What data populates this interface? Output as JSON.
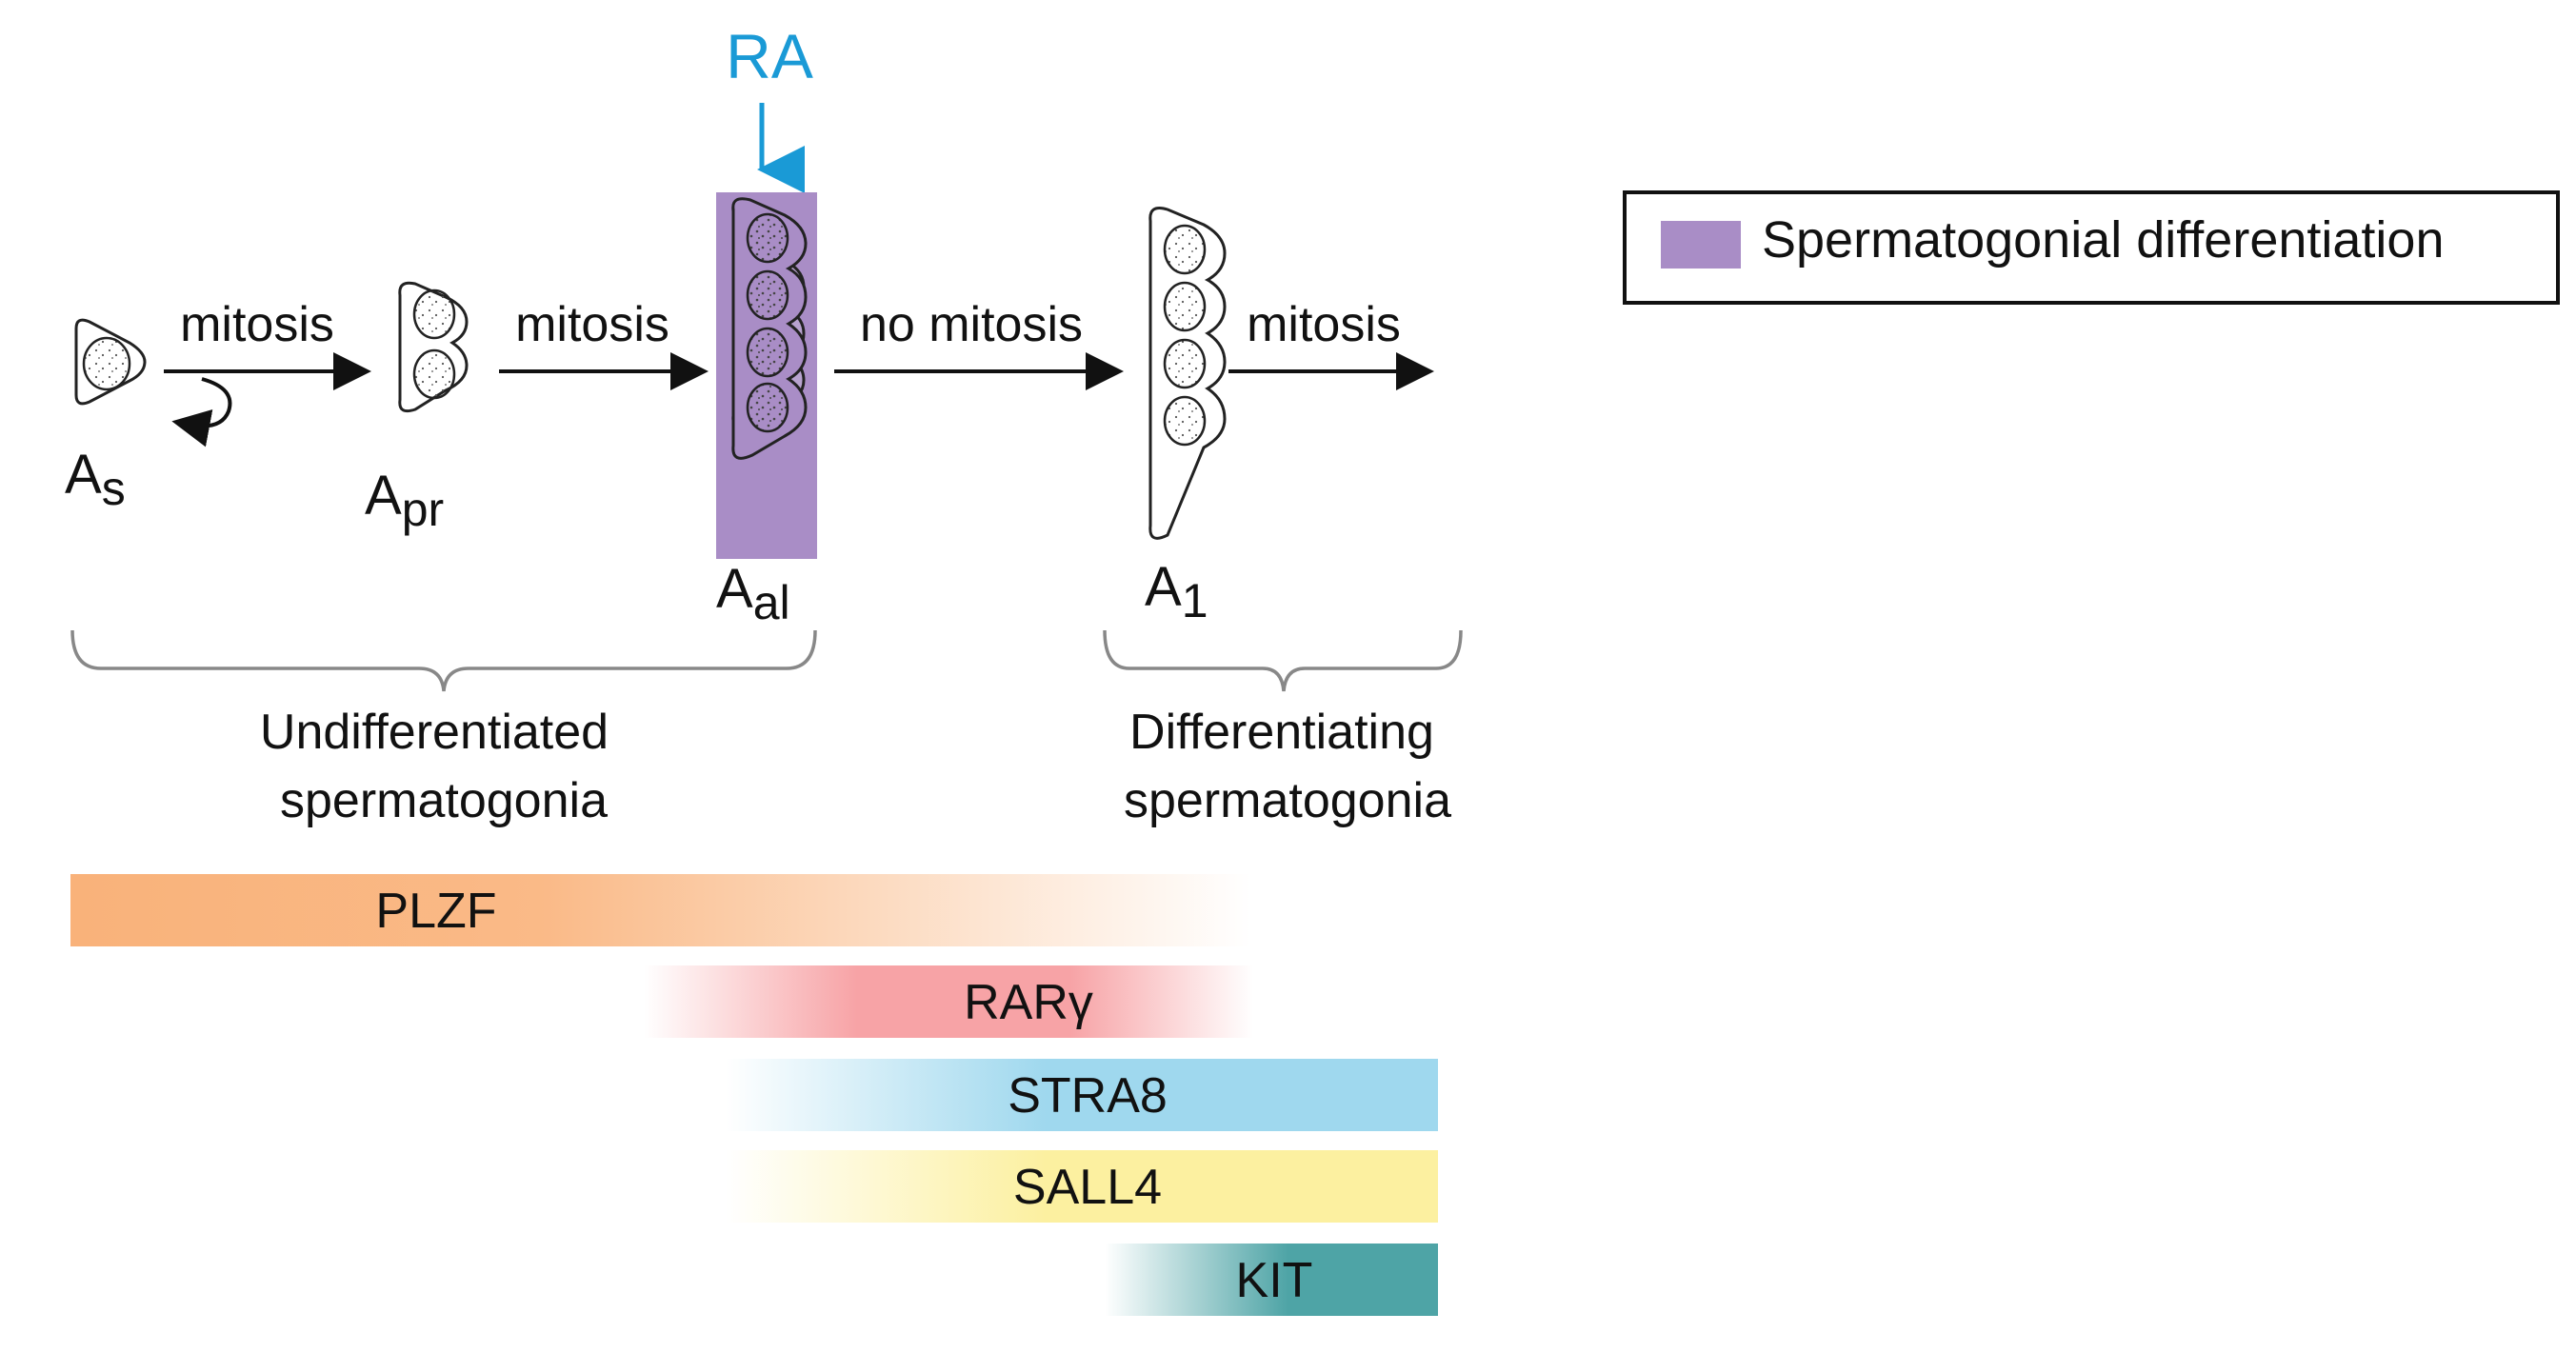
{
  "signal": {
    "label": "RA",
    "color": "#1a9ad6"
  },
  "stages": [
    {
      "id": "As",
      "base": "A",
      "sub": "s"
    },
    {
      "id": "Apr",
      "base": "A",
      "sub": "pr"
    },
    {
      "id": "Aal",
      "base": "A",
      "sub": "al"
    },
    {
      "id": "A1",
      "base": "A",
      "sub": "1"
    }
  ],
  "transitions": [
    {
      "label": "mitosis",
      "color": "#111111"
    },
    {
      "label": "mitosis",
      "color": "#111111"
    },
    {
      "label": "no mitosis",
      "color": "#e8212b"
    },
    {
      "label": "mitosis",
      "color": "#111111"
    }
  ],
  "groups": {
    "undifferentiated": {
      "line1": "Undifferentiated",
      "line2": "spermatogonia"
    },
    "differentiating": {
      "line1": "Differentiating",
      "line2": "spermatogonia"
    }
  },
  "legend": {
    "label": "Spermatogonial differentiation",
    "swatch_color": "#a98dc6"
  },
  "markers": [
    {
      "name": "PLZF",
      "color": "#f9b27a",
      "fade": "right"
    },
    {
      "name": "RARγ",
      "color": "#f7a3a6",
      "fade": "both"
    },
    {
      "name": "STRA8",
      "color": "#9fd8ee",
      "fade": "left"
    },
    {
      "name": "SALL4",
      "color": "#fcf0a0",
      "fade": "left"
    },
    {
      "name": "KIT",
      "color": "#4ea4a6",
      "fade": "left"
    }
  ]
}
